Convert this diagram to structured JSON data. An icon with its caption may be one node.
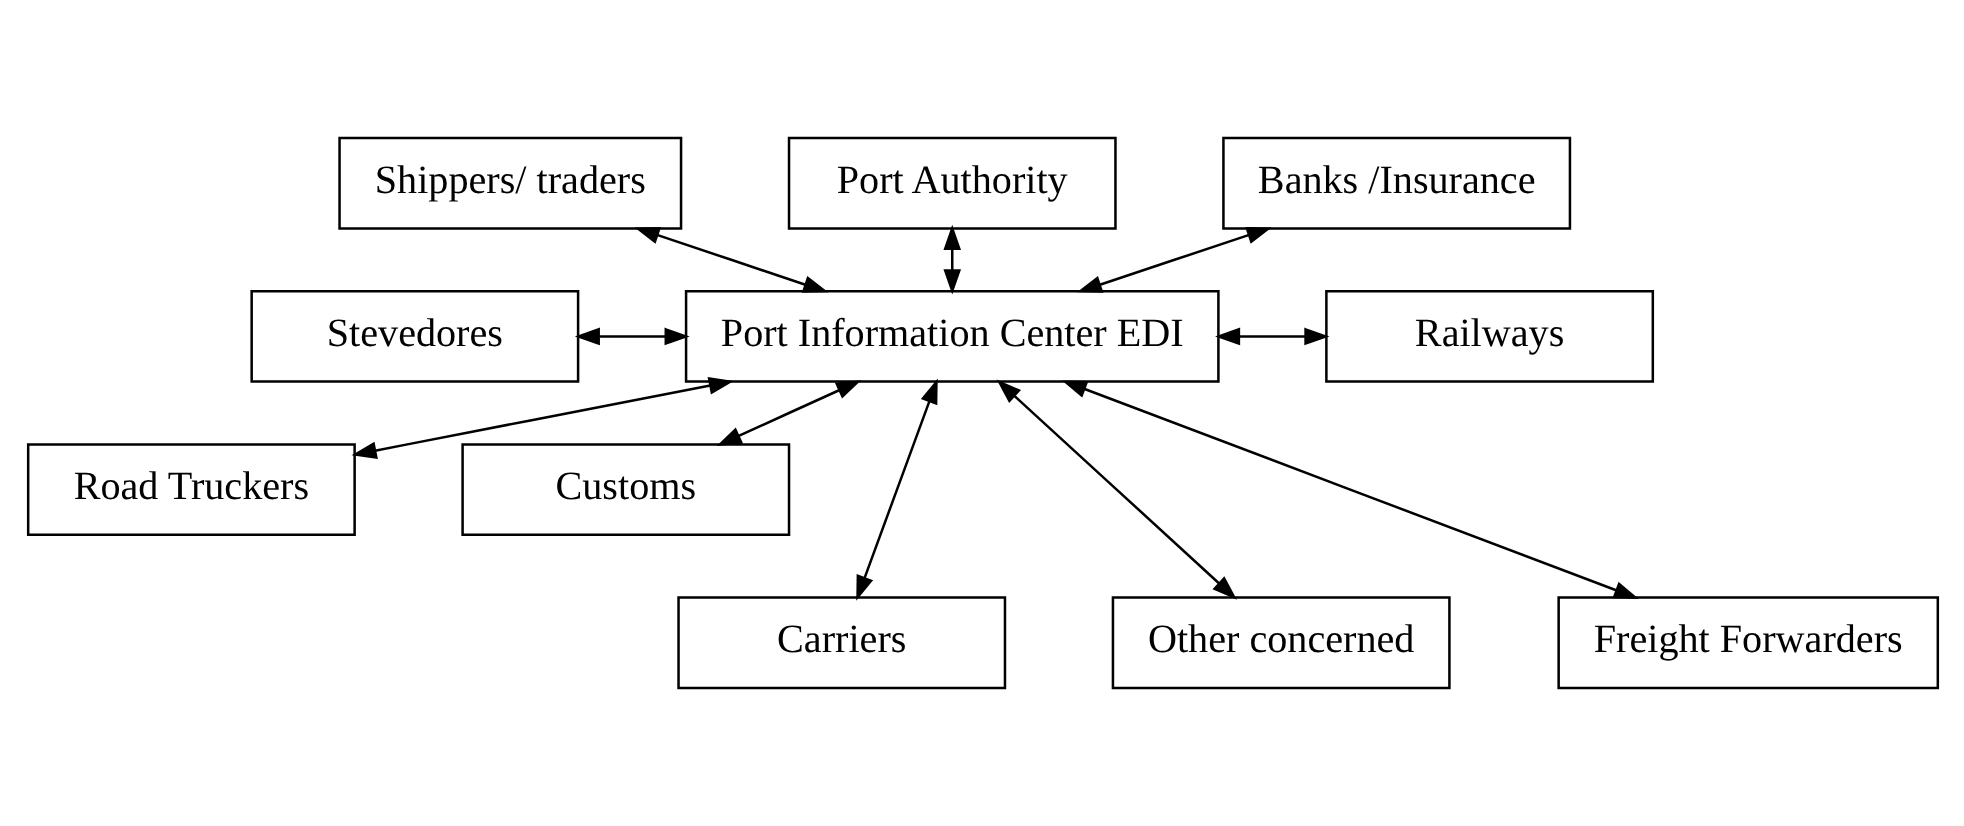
{
  "diagram": {
    "nodes": [
      {
        "text": [
          "Shippers/ traders"
        ]
      },
      {
        "text": [
          "Port Authority"
        ]
      },
      {
        "text": [
          "Banks /Insurance"
        ]
      },
      {
        "text": [
          "Stevedores"
        ]
      },
      {
        "text": [
          "Port Information Center EDI"
        ]
      },
      {
        "text": [
          "Railways"
        ]
      },
      {
        "text": [
          "Road Truckers"
        ]
      },
      {
        "text": [
          "Customs"
        ]
      },
      {
        "text": [
          "Carriers"
        ]
      },
      {
        "text": [
          "Other concerned"
        ]
      },
      {
        "text": [
          "Freight Forwarders"
        ]
      }
    ],
    "edges": [
      {
        "from": 0,
        "to": 4,
        "arrow": "both"
      },
      {
        "from": 1,
        "to": 4,
        "arrow": "both"
      },
      {
        "from": 2,
        "to": 4,
        "arrow": "both"
      },
      {
        "from": 3,
        "to": 4,
        "arrow": "both"
      },
      {
        "from": 4,
        "to": 5,
        "arrow": "both"
      },
      {
        "from": 4,
        "to": 6,
        "arrow": "both"
      },
      {
        "from": 4,
        "to": 7,
        "arrow": "both"
      },
      {
        "from": 4,
        "to": 8,
        "arrow": "both"
      },
      {
        "from": 4,
        "to": 9,
        "arrow": "both"
      },
      {
        "from": 4,
        "to": 10,
        "arrow": "both"
      }
    ]
  }
}
